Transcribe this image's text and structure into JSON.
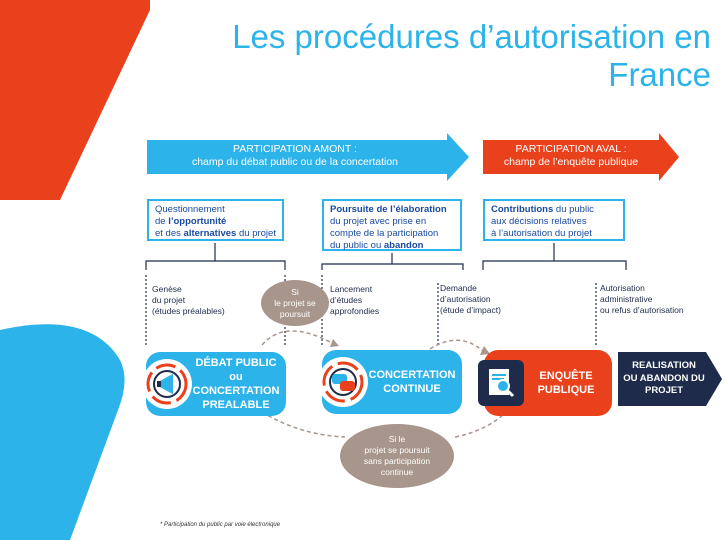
{
  "title_line1": "Les procédures d’autorisation en",
  "title_line2": "France",
  "arrows": {
    "amont_line1": "PARTICIPATION AMONT :",
    "amont_line2": "champ du débat public ou de la concertation",
    "aval_line1": "PARTICIPATION AVAL :",
    "aval_line2": "champ de l’enquête publique"
  },
  "boxes": {
    "q1_a": "Questionnement",
    "q1_b": "de ",
    "q1_c": "l’opportunité",
    "q1_d": "et des ",
    "q1_e": "alternatives",
    "q1_f": " du projet",
    "q2_a": "Poursuite de l’élaboration",
    "q2_b": "du projet avec prise en",
    "q2_c": "compte de la participation",
    "q2_d": "du public ou ",
    "q2_e": "abandon",
    "q3_a": "Contributions",
    "q3_b": " du public",
    "q3_c": "aux décisions relatives",
    "q3_d": "à l’autorisation du projet"
  },
  "steps": {
    "s1": [
      "Genèse",
      "du projet",
      "(études préalables)"
    ],
    "s2": [
      "Lancement",
      "d’études",
      "approfondies"
    ],
    "s3": [
      "Demande",
      "d’autorisation",
      "(étude d’impact)"
    ],
    "s4": [
      "Autorisation",
      "administrative",
      "ou refus d’autorisation"
    ]
  },
  "ovals": {
    "top": [
      "Si",
      "le projet se",
      "poursuit"
    ],
    "bottom": [
      "Si le",
      "projet se poursuit",
      "sans participation",
      "continue"
    ]
  },
  "phases": {
    "p1": [
      "DÉBAT PUBLIC ou",
      "CONCERTATION",
      "PREALABLE"
    ],
    "p2": [
      "CONCERTATION",
      "CONTINUE"
    ],
    "p3": [
      "ENQUÊTE",
      "PUBLIQUE"
    ],
    "p4": [
      "REALISATION",
      "OU ABANDON DU",
      "PROJET"
    ]
  },
  "footnote": "* Participation du public par voie électronique",
  "colors": {
    "blue": "#2cb3ea",
    "orange": "#e8411c",
    "navy": "#1e2b4a",
    "taupe": "#a8958c"
  }
}
